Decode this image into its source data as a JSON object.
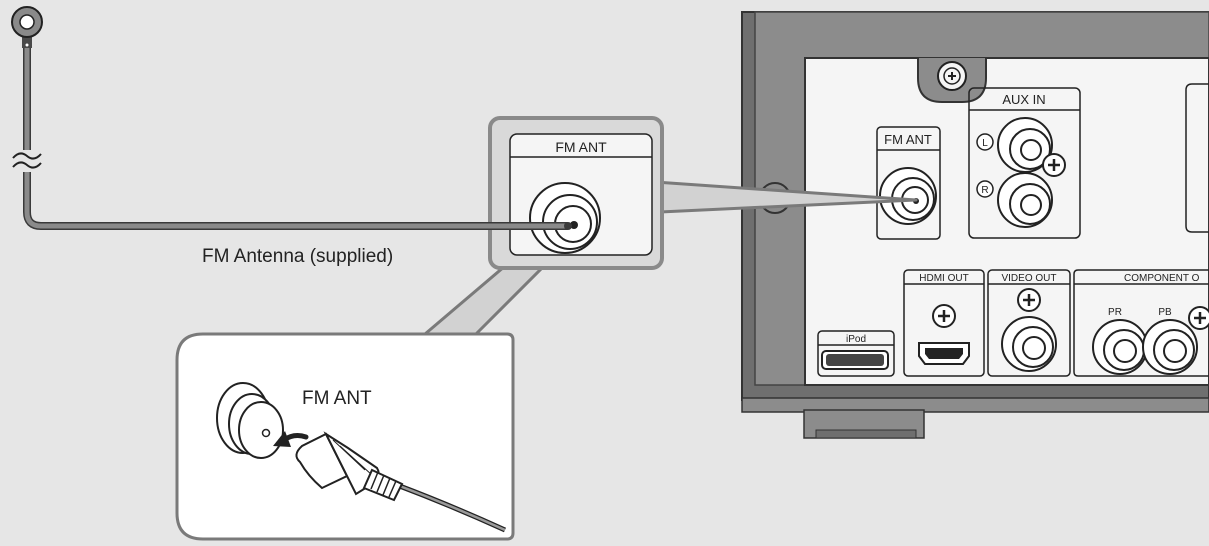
{
  "labels": {
    "antenna_caption": "FM Antenna (supplied)",
    "zoom_terminal": "FM ANT",
    "callout_terminal": "FM ANT",
    "panel_fm_ant": "FM ANT",
    "panel_aux_in": "AUX IN",
    "aux_left": "L",
    "aux_right": "R",
    "panel_hdmi_out": "HDMI OUT",
    "panel_video_out": "VIDEO OUT",
    "panel_component_out": "COMPONENT O",
    "component_pr": "PR",
    "component_pb": "PB",
    "panel_ipod": "iPod"
  },
  "colors": {
    "background": "#e6e6e6",
    "chassis": "#6f6f6f",
    "panel": "#f5f5f5",
    "cable": "#7a7a7a",
    "outline": "#222222"
  }
}
